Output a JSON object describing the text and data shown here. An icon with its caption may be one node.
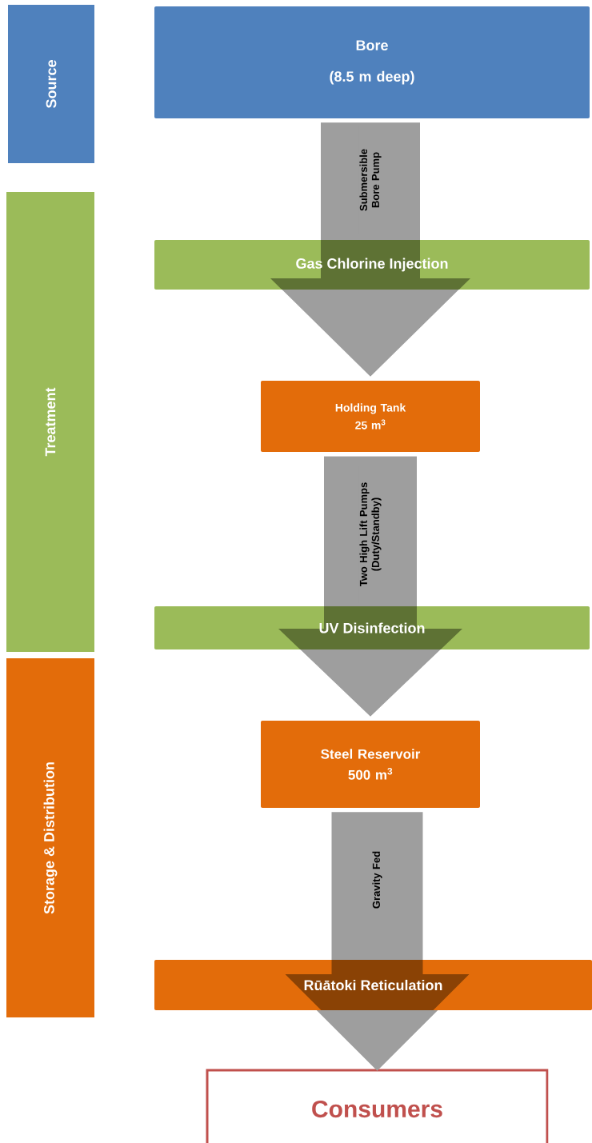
{
  "diagram": {
    "nodes": [
      {
        "text": [
          "Source"
        ]
      },
      {
        "text": [
          "Treatment"
        ]
      },
      {
        "text": [
          "Storage & Distribution"
        ]
      },
      {
        "text": [
          "Bore",
          "(8.5 m deep)"
        ]
      },
      {
        "text": [
          "Gas Chlorine Injection"
        ]
      },
      {
        "text": [
          "Holding Tank",
          "25 m$^{3}$"
        ]
      },
      {
        "text": [
          "UV Disinfection"
        ]
      },
      {
        "text": [
          "Steel Reservoir",
          "500 m$^{3}$"
        ]
      },
      {
        "text": [
          "Rūātoki Reticulation"
        ]
      },
      {
        "text": [
          "Consumers"
        ]
      }
    ],
    "edges": [
      {
        "from": 3,
        "to": 5,
        "arrow": "to",
        "label": "Submersible Bore Pump"
      },
      {
        "from": 5,
        "to": 7,
        "arrow": "to",
        "label": "Two High Lift Pumps (Duty/Standby)"
      },
      {
        "from": 7,
        "to": 9,
        "arrow": "to",
        "label": "Gravity Fed"
      }
    ]
  }
}
